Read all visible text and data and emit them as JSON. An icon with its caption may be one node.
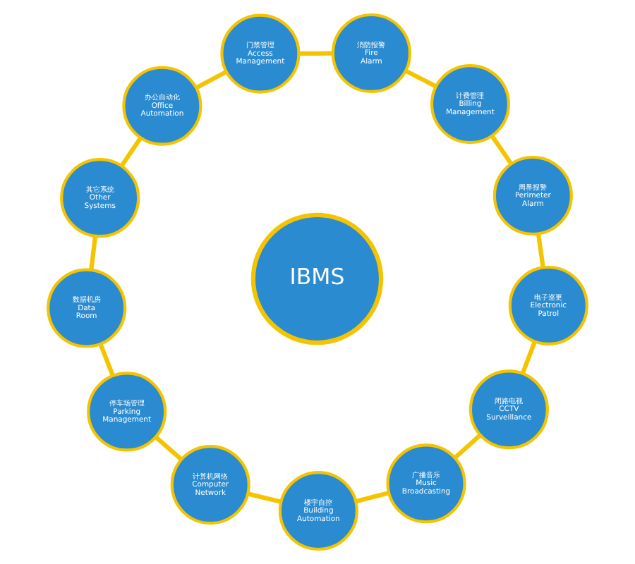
{
  "diagram": {
    "nodes": [
      {
        "text": [
          "IBMS"
        ]
      },
      {
        "text": [
          "楼宇自控",
          "Building Automation"
        ]
      },
      {
        "text": [
          "计算机网络",
          "Computer Network"
        ]
      },
      {
        "text": [
          "停车场管理",
          "Parking Management"
        ]
      },
      {
        "text": [
          "数据机房",
          "Data Room"
        ]
      },
      {
        "text": [
          "其它系统",
          "Other Systems"
        ]
      },
      {
        "text": [
          "办公自动化",
          "Office Automation"
        ]
      },
      {
        "text": [
          "门禁管理",
          "Access Management"
        ]
      },
      {
        "text": [
          "消防报警",
          "Fire Alarm"
        ]
      },
      {
        "text": [
          "计费管理",
          "Billing Management"
        ]
      },
      {
        "text": [
          "周界报警",
          "Perimeter Alarm"
        ]
      },
      {
        "text": [
          "电子巡更",
          "Electronic Patrol"
        ]
      },
      {
        "text": [
          "闭路电视",
          "CCTV Surveillance"
        ]
      },
      {
        "text": [
          "广播音乐",
          "Music Broadcasting"
        ]
      }
    ],
    "edges": [
      {
        "from": 1,
        "to": 2,
        "arrow": "none"
      },
      {
        "from": 2,
        "to": 3,
        "arrow": "none"
      },
      {
        "from": 3,
        "to": 4,
        "arrow": "none"
      },
      {
        "from": 4,
        "to": 5,
        "arrow": "none"
      },
      {
        "from": 5,
        "to": 6,
        "arrow": "none"
      },
      {
        "from": 6,
        "to": 7,
        "arrow": "none"
      },
      {
        "from": 7,
        "to": 8,
        "arrow": "none"
      },
      {
        "from": 8,
        "to": 9,
        "arrow": "none"
      },
      {
        "from": 9,
        "to": 10,
        "arrow": "none"
      },
      {
        "from": 10,
        "to": 11,
        "arrow": "none"
      },
      {
        "from": 11,
        "to": 12,
        "arrow": "none"
      },
      {
        "from": 12,
        "to": 13,
        "arrow": "none"
      },
      {
        "from": 13,
        "to": 1,
        "arrow": "none"
      }
    ]
  }
}
